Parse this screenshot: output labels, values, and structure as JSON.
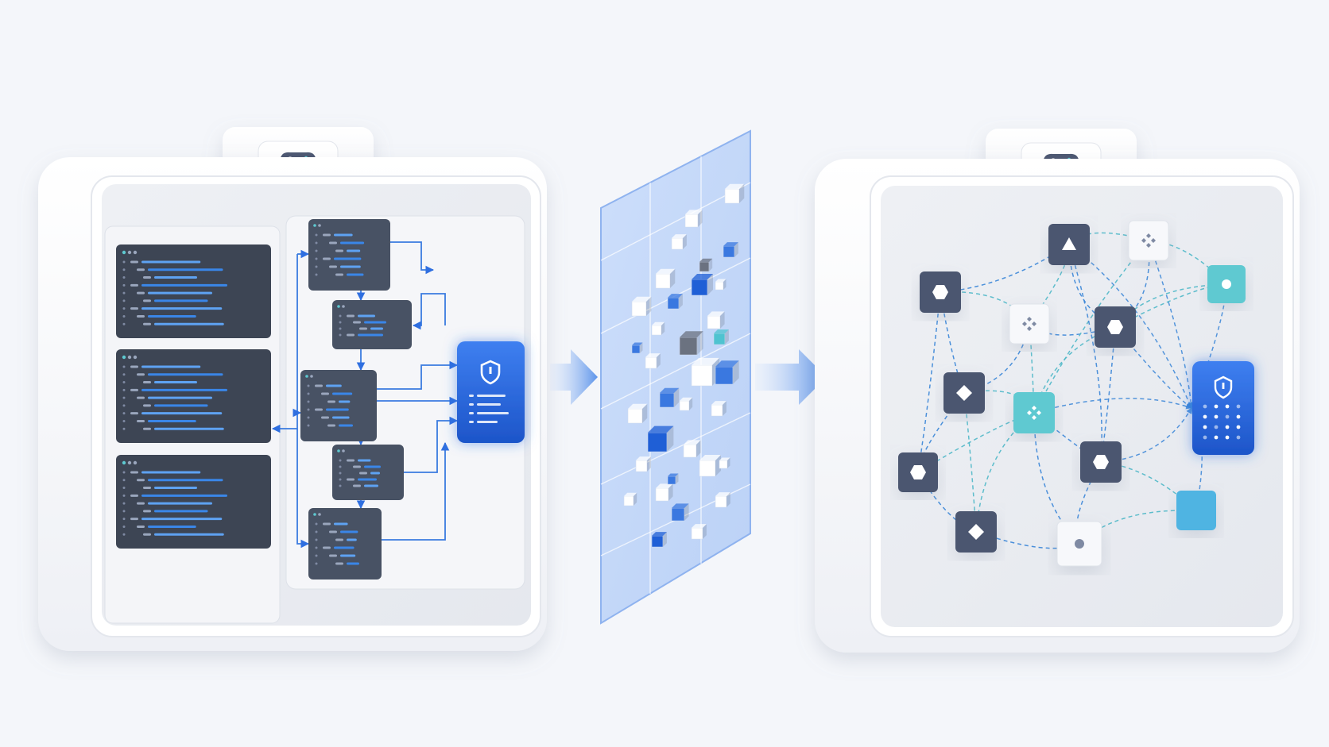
{
  "figure": {
    "left_panel": {
      "icon": "gamepad-icon",
      "code_windows": 3,
      "service_nodes": 5,
      "shield_card_icon": "shield-icon"
    },
    "transition": {
      "arrow_icon": "arrow-right-icon",
      "layer": "translucent-grid-panel",
      "cube_colors": [
        "#ffffff",
        "#3a78e0",
        "#1f5fd6",
        "#6b7280",
        "#4fc3d0"
      ]
    },
    "right_panel": {
      "icon": "gamepad-icon",
      "shield_card_icon": "shield-icon",
      "node_glyphs": [
        "triangle",
        "sparkle",
        "circle",
        "hexagon",
        "diamond",
        "square"
      ]
    },
    "colors": {
      "background": "#f4f6fa",
      "panel": "#ffffff",
      "panel_inner": "#eceef3",
      "dark_node": "#4b5670",
      "accent_blue": "#2f6fe0",
      "accent_teal": "#5ec9d1",
      "connector": "#3a7be0"
    }
  }
}
